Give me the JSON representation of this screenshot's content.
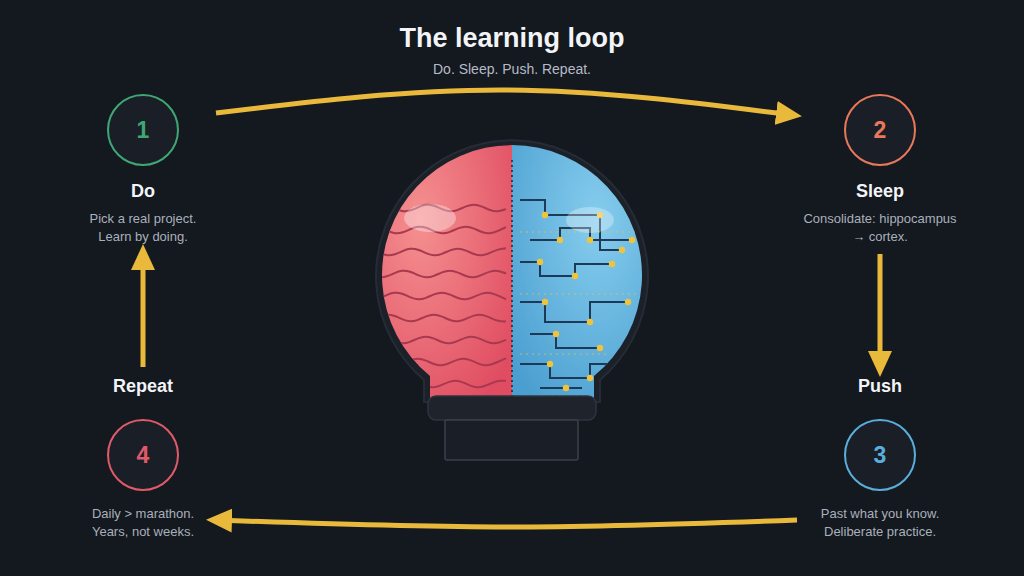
{
  "diagram": {
    "title": "The learning loop",
    "nodes": [
      {
        "text": [
          "1",
          "Do",
          "Pick a real project. Learn by doing."
        ]
      },
      {
        "text": [
          "2",
          "Sleep",
          "Consolidate: hippocampus → cortex."
        ]
      },
      {
        "text": [
          "Push",
          "3",
          "Past what you know. Deliberate practice."
        ]
      },
      {
        "text": [
          "Repeat",
          "4",
          "Daily > marathon. Years, not weeks."
        ]
      }
    ],
    "edges": [
      {
        "from": 0,
        "to": 1,
        "arrow": "to"
      },
      {
        "from": 1,
        "to": 2,
        "arrow": "to"
      },
      {
        "from": 2,
        "to": 3,
        "arrow": "to"
      },
      {
        "from": 3,
        "to": 0,
        "arrow": "to"
      }
    ],
    "labels": [
      "Do. Sleep. Push. Repeat."
    ]
  }
}
